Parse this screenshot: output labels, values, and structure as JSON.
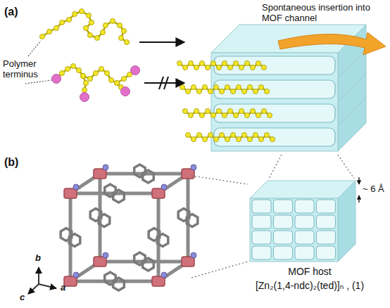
{
  "diagram": {
    "labels": [
      "(a)",
      "Spontaneous insertion into MOF channel",
      "Polymer terminus",
      "(b)",
      "b",
      "c",
      "a",
      "~ 6 Å",
      "MOF host",
      "[Zn₂(1,4-ndc)₂(ted)]ₙ , (1)"
    ]
  }
}
